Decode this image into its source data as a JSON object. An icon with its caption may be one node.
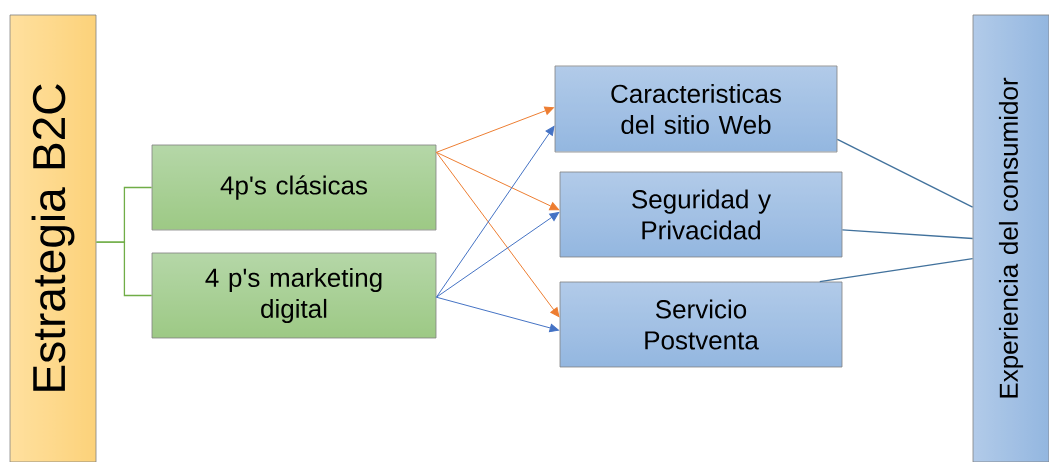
{
  "diagram": {
    "nodes": [
      {
        "text": [
          "Estrategia B2C"
        ]
      },
      {
        "text": [
          "4p's clásicas"
        ]
      },
      {
        "text": [
          "4 p's marketing digital"
        ]
      },
      {
        "text": [
          "Caracteristicas del sitio Web"
        ]
      },
      {
        "text": [
          "Seguridad y Privacidad"
        ]
      },
      {
        "text": [
          "Servicio Postventa"
        ]
      },
      {
        "text": [
          "Experiencia del consumidor"
        ]
      }
    ],
    "edges": [
      {
        "from": 0,
        "to": 1,
        "arrow": "none",
        "color": "#70ad47"
      },
      {
        "from": 0,
        "to": 2,
        "arrow": "none",
        "color": "#70ad47"
      },
      {
        "from": 1,
        "to": 3,
        "arrow": "to",
        "color": "#ed7d31"
      },
      {
        "from": 1,
        "to": 4,
        "arrow": "to",
        "color": "#ed7d31"
      },
      {
        "from": 1,
        "to": 5,
        "arrow": "to",
        "color": "#ed7d31"
      },
      {
        "from": 2,
        "to": 3,
        "arrow": "to",
        "color": "#4472c4"
      },
      {
        "from": 2,
        "to": 4,
        "arrow": "to",
        "color": "#4472c4"
      },
      {
        "from": 2,
        "to": 5,
        "arrow": "to",
        "color": "#4472c4"
      },
      {
        "from": 3,
        "to": 6,
        "arrow": "none",
        "color": "#41719c"
      },
      {
        "from": 4,
        "to": 6,
        "arrow": "none",
        "color": "#41719c"
      },
      {
        "from": 5,
        "to": 6,
        "arrow": "none",
        "color": "#41719c"
      }
    ]
  }
}
